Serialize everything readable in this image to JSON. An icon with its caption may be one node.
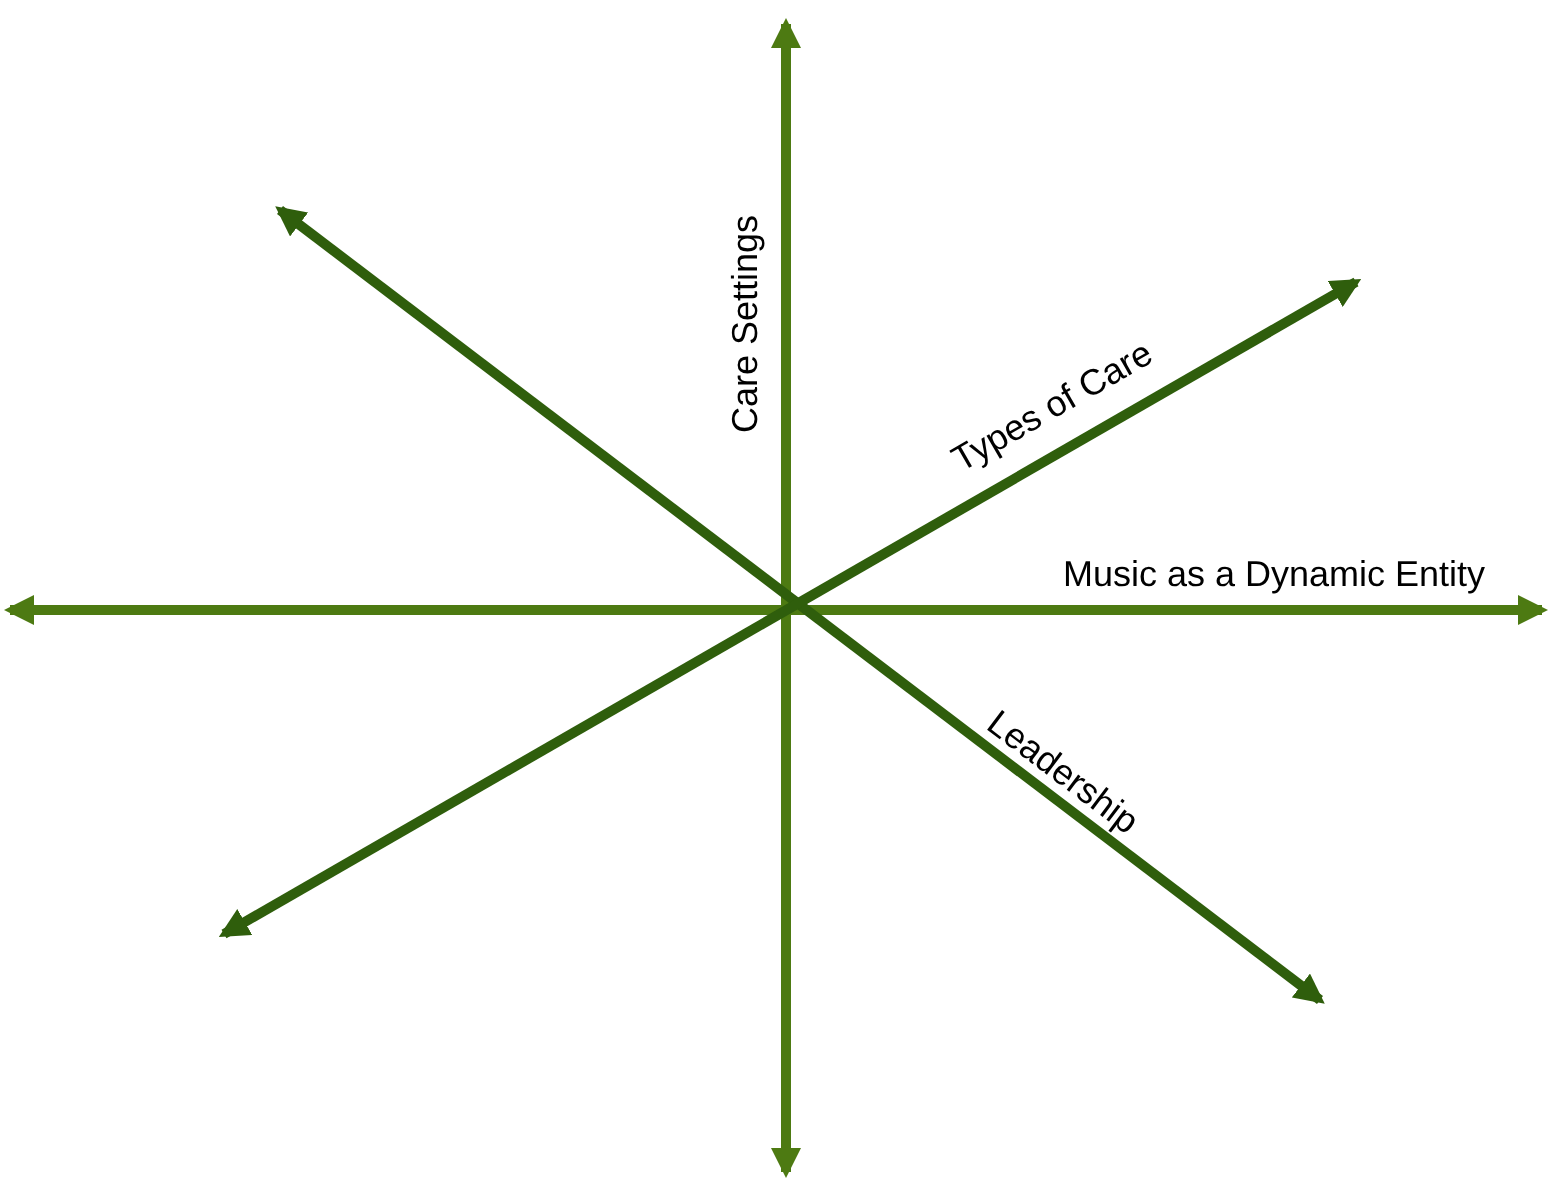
{
  "diagram": {
    "labels": [
      "Care Settings",
      "Types of Care",
      "Music as a Dynamic Entity",
      "Leadership"
    ]
  }
}
